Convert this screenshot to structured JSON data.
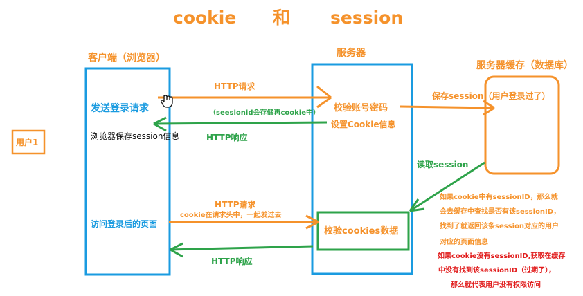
{
  "title": {
    "left": "cookie",
    "middle": "和",
    "right": "session"
  },
  "colors": {
    "orange": "#f5922b",
    "blue": "#1a9be0",
    "green": "#2ea34a",
    "red": "#e11c1c",
    "black": "#111111"
  },
  "user": {
    "label": "用户1"
  },
  "client": {
    "header": "客户端（浏览器）",
    "send_login": "发送登录请求",
    "save_info": "浏览器保存session信息",
    "visit_page": "访问登录后的页面"
  },
  "server": {
    "header": "服务器",
    "verify_password": "校验账号密码",
    "set_cookie": "设置Cookie信息",
    "verify_cookies": "校验cookies数据"
  },
  "cache": {
    "header": "服务器缓存（数据库）"
  },
  "arrows": {
    "http_request_1": "HTTP请求",
    "sessionid_note": "（seesionid会存储再cookie中）",
    "http_response_1": "HTTP响应",
    "save_session": "保存session（用户登录过了）",
    "read_session": "读取session",
    "http_request_2": "HTTP请求",
    "cookie_in_header": "cookie在请求头中，一起发过去",
    "http_response_2": "HTTP响应"
  },
  "notes": {
    "found": [
      "如果cookie中有sessionID，那么就",
      "会去缓存中查找是否有该sessionID，",
      "找到了就返回该条session对应的用户",
      "对应的页面信息"
    ],
    "not_found": [
      "如果cookie没有sessionID,获取在缓存",
      "中没有找到该sessionID（过期了），",
      "那么就代表用户没有权限访问"
    ]
  }
}
